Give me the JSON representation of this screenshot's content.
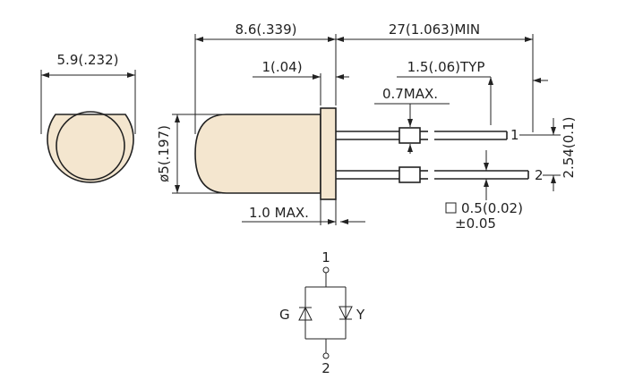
{
  "dimensions": {
    "end_view_width": "5.9(.232)",
    "body_length": "8.6(.339)",
    "lead_length": "27(1.063)MIN",
    "flange_thickness": "1(.04)",
    "lead_bend": "1.5(.06)TYP",
    "max_protrusion": "0.7MAX.",
    "body_diameter": "ø5(.197)",
    "flange_max": "1.0  MAX.",
    "lead_pitch": "2.54(0.1)",
    "lead_square": "0.5(0.02)",
    "lead_tolerance": "±0.05"
  },
  "pins": {
    "pin1": "1",
    "pin2": "2"
  },
  "schematic": {
    "pin_top": "1",
    "pin_bottom": "2",
    "left_led": "G",
    "right_led": "Y"
  }
}
